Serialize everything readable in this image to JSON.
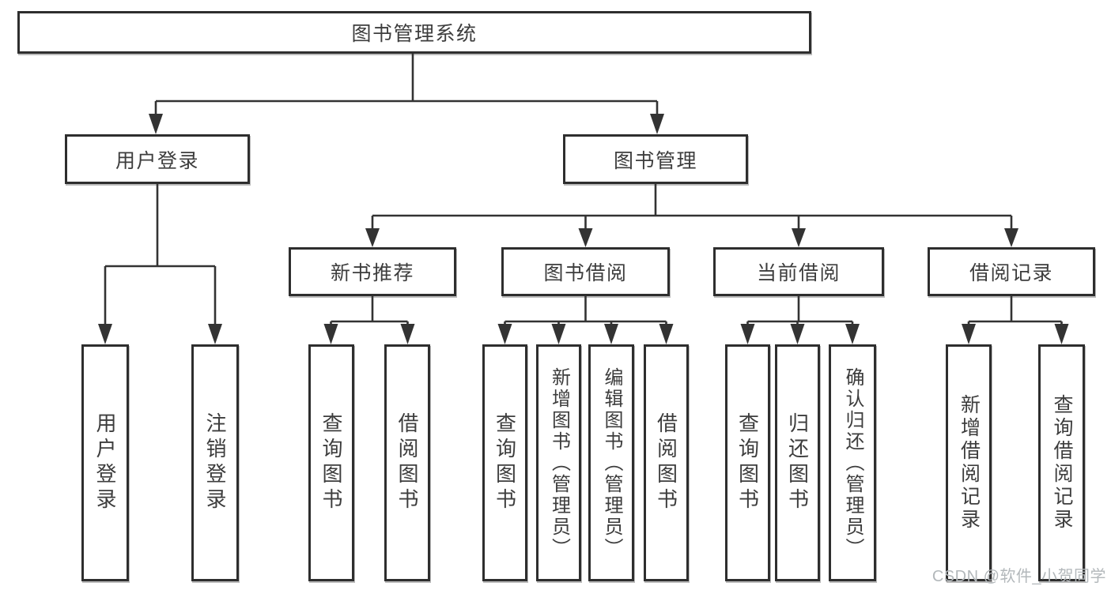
{
  "diagram": {
    "title": "图书管理系统",
    "type": "hierarchy-tree",
    "colors": {
      "background": "#ffffff",
      "line": "#333333",
      "box_border": "#2e2e2e",
      "text": "#3d3d3d",
      "watermark": "#b3b8bb"
    }
  },
  "watermark": {
    "text": "CSDN @软件_小贺同学"
  },
  "tree": {
    "root": {
      "label": "图书管理系统"
    },
    "branches": [
      {
        "id": "user-login",
        "label": "用户登录",
        "parent": "root"
      },
      {
        "id": "book-management",
        "label": "图书管理",
        "parent": "root"
      }
    ],
    "sections": [
      {
        "id": "new-book-recommend",
        "label": "新书推荐",
        "parent": "book-management"
      },
      {
        "id": "book-borrowing",
        "label": "图书借阅",
        "parent": "book-management"
      },
      {
        "id": "current-borrowing",
        "label": "当前借阅",
        "parent": "book-management"
      },
      {
        "id": "borrowing-records",
        "label": "借阅记录",
        "parent": "book-management"
      }
    ],
    "leaves": [
      {
        "label": "用户登录",
        "parent": "user-login"
      },
      {
        "label": "注销登录",
        "parent": "user-login"
      },
      {
        "label": "查询图书",
        "parent": "new-book-recommend"
      },
      {
        "label": "借阅图书",
        "parent": "new-book-recommend"
      },
      {
        "label": "查询图书",
        "parent": "book-borrowing"
      },
      {
        "label": "新增图书（管理员）",
        "parent": "book-borrowing"
      },
      {
        "label": "编辑图书（管理员）",
        "parent": "book-borrowing"
      },
      {
        "label": "借阅图书",
        "parent": "book-borrowing"
      },
      {
        "label": "查询图书",
        "parent": "current-borrowing"
      },
      {
        "label": "归还图书",
        "parent": "current-borrowing"
      },
      {
        "label": "确认归还（管理员）",
        "parent": "current-borrowing"
      },
      {
        "label": "新增借阅记录",
        "parent": "borrowing-records"
      },
      {
        "label": "查询借阅记录",
        "parent": "borrowing-records"
      }
    ]
  }
}
